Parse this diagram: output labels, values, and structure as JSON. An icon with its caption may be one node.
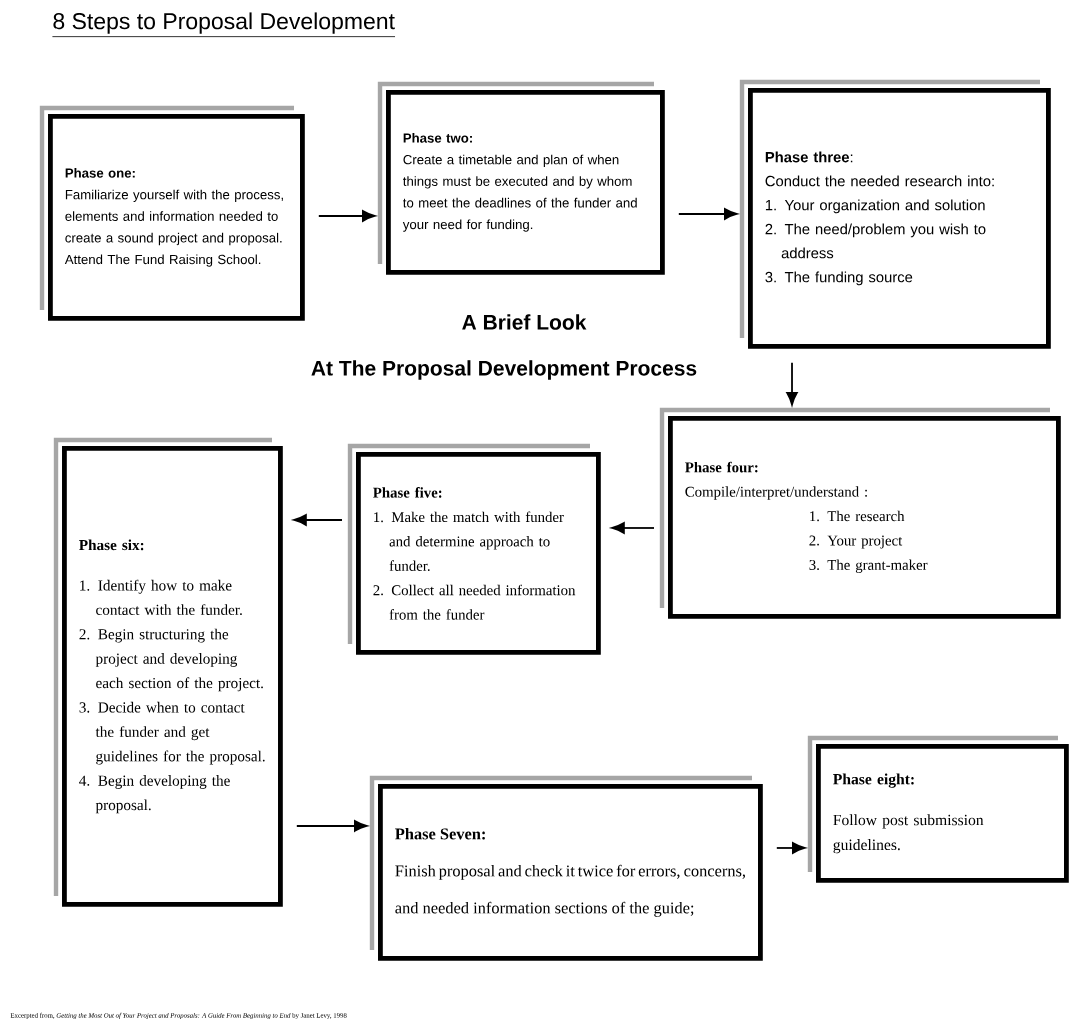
{
  "diagram": {
    "title": "8 Steps to Proposal Development",
    "caption": "Excerpted from, *Getting the Most Out of Your Project and Proposals: A Guide From Beginning to End* by Janet Levy, 1998",
    "nodes": [
      {
        "text": [
          "Phase one:",
          "Familiarize yourself with the process, elements and information needed to create a sound project and proposal.",
          "Attend The Fund Raising School."
        ]
      },
      {
        "text": [
          "Phase two:",
          "Create a timetable and plan of when things must be executed and by whom to meet the deadlines of the funder and your need for funding."
        ]
      },
      {
        "text": [
          "**Phase three**:",
          "Conduct the needed research into:",
          "1. Your organization and solution",
          "2. The need/problem you wish to address",
          "3. The funding source"
        ]
      },
      {
        "text": [
          "Phase four:",
          "Compile/interpret/understand :",
          "1. The research",
          "2. Your project",
          "3. The grant-maker"
        ]
      },
      {
        "text": [
          "Phase five:",
          "1. Make the match with funder and determine approach to funder.",
          "2. Collect all needed information from the funder"
        ]
      },
      {
        "text": [
          "Phase six:",
          "1. Identify how to make contact with the funder.",
          "2. Begin structuring the project and developing each section of the project.",
          "3. Decide when to contact the funder and get guidelines for the proposal.",
          "4. Begin developing the proposal."
        ]
      },
      {
        "text": [
          "Phase Seven:",
          "Finish proposal and check it twice for errors, concerns, and needed information sections of the guide;"
        ]
      },
      {
        "text": [
          "Phase eight:",
          "Follow post submission guidelines."
        ]
      }
    ],
    "edges": [
      {
        "from": 0,
        "to": 1,
        "arrow": "to"
      },
      {
        "from": 1,
        "to": 2,
        "arrow": "to"
      },
      {
        "from": 2,
        "to": 3,
        "arrow": "to"
      },
      {
        "from": 3,
        "to": 4,
        "arrow": "to"
      },
      {
        "from": 4,
        "to": 5,
        "arrow": "to"
      },
      {
        "from": 5,
        "to": 6,
        "arrow": "to"
      },
      {
        "from": 6,
        "to": 7,
        "arrow": "to"
      }
    ],
    "labels": [
      "A Brief Look",
      "At The Proposal Development Process"
    ]
  }
}
